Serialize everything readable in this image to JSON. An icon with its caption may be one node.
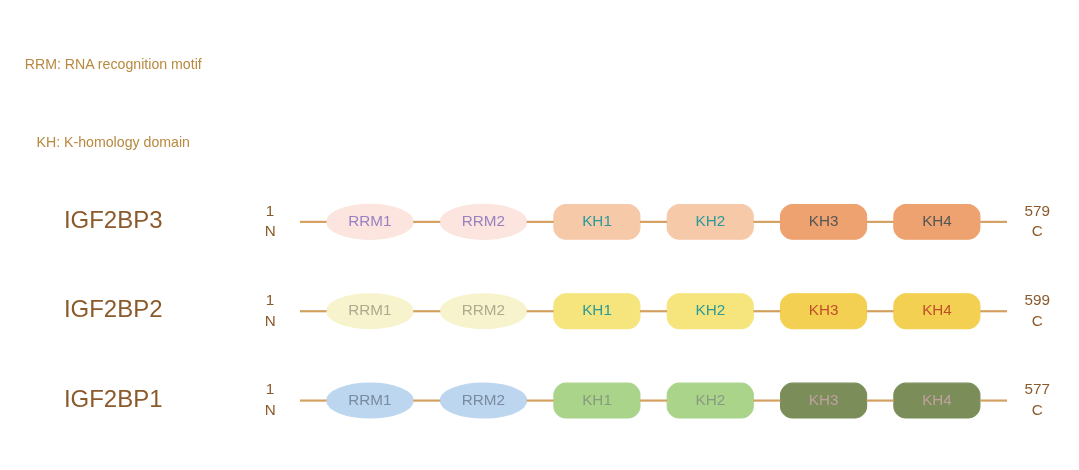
{
  "diagram": {
    "nodes": [
      {
        "text": [
          "N"
        ],
        "beside": [
          "1"
        ]
      },
      {
        "text": [
          "RRM1"
        ]
      },
      {
        "text": [
          "RRM2"
        ]
      },
      {
        "text": [
          "KH1"
        ]
      },
      {
        "text": [
          "KH2"
        ]
      },
      {
        "text": [
          "KH3"
        ]
      },
      {
        "text": [
          "KH4"
        ]
      },
      {
        "text": [
          "C"
        ],
        "beside": [
          "577"
        ]
      },
      {
        "text": [
          "N"
        ],
        "beside": [
          "1"
        ]
      },
      {
        "text": [
          "RRM1"
        ]
      },
      {
        "text": [
          "RRM2"
        ]
      },
      {
        "text": [
          "KH1"
        ]
      },
      {
        "text": [
          "KH2"
        ]
      },
      {
        "text": [
          "KH3"
        ]
      },
      {
        "text": [
          "KH4"
        ]
      },
      {
        "text": [
          "C"
        ],
        "beside": [
          "599"
        ]
      },
      {
        "text": [
          "N"
        ],
        "beside": [
          "1"
        ]
      },
      {
        "text": [
          "RRM1"
        ]
      },
      {
        "text": [
          "RRM2"
        ]
      },
      {
        "text": [
          "KH1"
        ]
      },
      {
        "text": [
          "KH2"
        ]
      },
      {
        "text": [
          "KH3"
        ]
      },
      {
        "text": [
          "KH4"
        ]
      },
      {
        "text": [
          "C"
        ],
        "beside": [
          "579"
        ]
      }
    ],
    "edges": [
      {
        "from": 0,
        "to": 1,
        "arrow": "none"
      },
      {
        "from": 1,
        "to": 2,
        "arrow": "none"
      },
      {
        "from": 2,
        "to": 3,
        "arrow": "none"
      },
      {
        "from": 3,
        "to": 4,
        "arrow": "none"
      },
      {
        "from": 4,
        "to": 5,
        "arrow": "none"
      },
      {
        "from": 5,
        "to": 6,
        "arrow": "none"
      },
      {
        "from": 6,
        "to": 7,
        "arrow": "none"
      },
      {
        "from": 8,
        "to": 9,
        "arrow": "none"
      },
      {
        "from": 9,
        "to": 10,
        "arrow": "none"
      },
      {
        "from": 10,
        "to": 11,
        "arrow": "none"
      },
      {
        "from": 11,
        "to": 12,
        "arrow": "none"
      },
      {
        "from": 12,
        "to": 13,
        "arrow": "none"
      },
      {
        "from": 13,
        "to": 14,
        "arrow": "none"
      },
      {
        "from": 14,
        "to": 15,
        "arrow": "none"
      },
      {
        "from": 16,
        "to": 17,
        "arrow": "none"
      },
      {
        "from": 17,
        "to": 18,
        "arrow": "none"
      },
      {
        "from": 18,
        "to": 19,
        "arrow": "none"
      },
      {
        "from": 19,
        "to": 20,
        "arrow": "none"
      },
      {
        "from": 20,
        "to": 21,
        "arrow": "none"
      },
      {
        "from": 21,
        "to": 22,
        "arrow": "none"
      },
      {
        "from": 22,
        "to": 23,
        "arrow": "none"
      }
    ],
    "labels": [
      "IGF2BP1",
      "IGF2BP2",
      "IGF2BP3",
      "RRM: RNA recognition motif",
      "KH: K-homology domain"
    ]
  }
}
